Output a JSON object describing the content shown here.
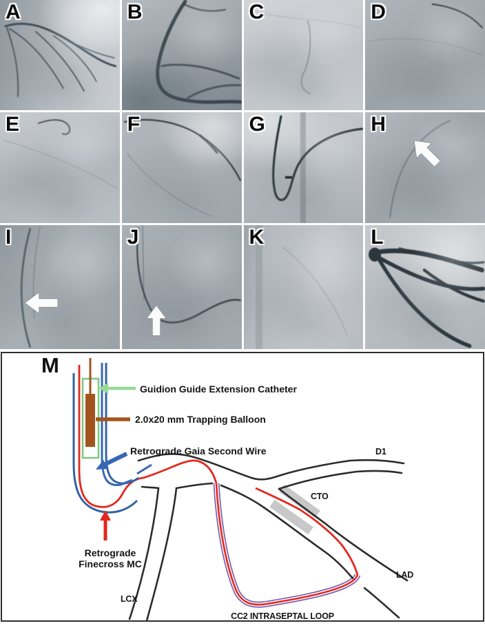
{
  "panels": {
    "letters": [
      "A",
      "B",
      "C",
      "D",
      "E",
      "F",
      "G",
      "H",
      "I",
      "J",
      "K",
      "L"
    ],
    "arrow_icons": [
      {
        "panel": "H",
        "icon": "white-block-arrow",
        "direction": "up-left"
      },
      {
        "panel": "I",
        "icon": "white-block-arrow",
        "direction": "left"
      },
      {
        "panel": "J",
        "icon": "white-block-arrow",
        "direction": "up"
      }
    ]
  },
  "diagram": {
    "panel_letter": "M",
    "labels": {
      "guide_extension": "Guidion Guide Extension Catheter",
      "trapping_balloon": "2.0x20 mm Trapping Balloon",
      "gaia_wire": "Retrograde Gaia Second Wire",
      "finecross_line1": "Retrograde",
      "finecross_line2": "Finecross MC",
      "lcx": "LCX",
      "d1": "D1",
      "cto": "CTO",
      "lad": "LAD",
      "septal_loop": "CC2 INTRASEPTAL LOOP"
    },
    "colors": {
      "wire_red": "#E3271D",
      "loop_purple": "#7C5FAE",
      "gaia_blue": "#3767B5",
      "guide_blue": "#33639E",
      "extension_green": "#7CC87C",
      "pointer_green": "#97D897",
      "balloon_brown": "#A3541E",
      "cto_gray": "#C8C8C8",
      "vessel_black": "#2B2B2B"
    }
  }
}
